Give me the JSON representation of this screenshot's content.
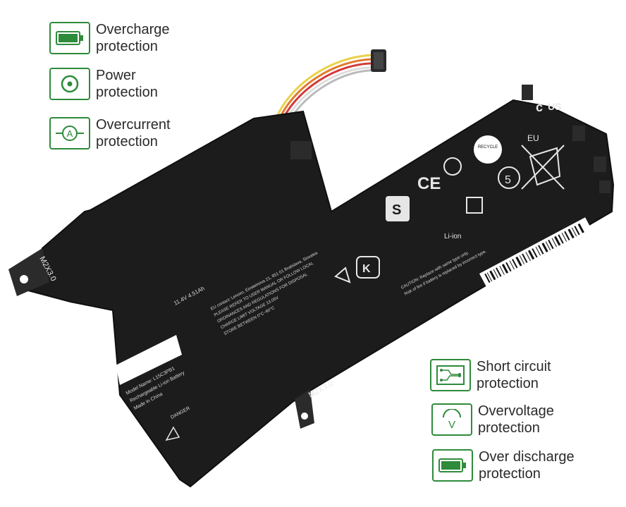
{
  "features_left": [
    {
      "icon": "battery-full-icon",
      "line1": "Overcharge",
      "line2": "protection"
    },
    {
      "icon": "power-icon",
      "line1": "Power",
      "line2": "protection"
    },
    {
      "icon": "ammeter-icon",
      "line1": "Overcurrent",
      "line2": "protection"
    }
  ],
  "features_right": [
    {
      "icon": "circuit-board-icon",
      "line1": "Short circuit",
      "line2": "protection"
    },
    {
      "icon": "voltmeter-icon",
      "line1": "Overvoltage",
      "line2": "protection"
    },
    {
      "icon": "battery-full-icon",
      "line1": "Over discharge",
      "line2": "protection"
    }
  ],
  "battery": {
    "screw_label_left": "M2X3.0",
    "screw_label_bottom": "M2X3.0",
    "eu_label": "EU",
    "model_text": "Model Name: L15C3PB1",
    "spec_text": "11.4V  4.51Ah",
    "warning_text": "DANGER",
    "li_ion_label": "Li-ion",
    "recycle_label": "RECYCLE"
  },
  "colors": {
    "accent": "#2e8b3a",
    "battery_body": "#1c1c1c"
  }
}
